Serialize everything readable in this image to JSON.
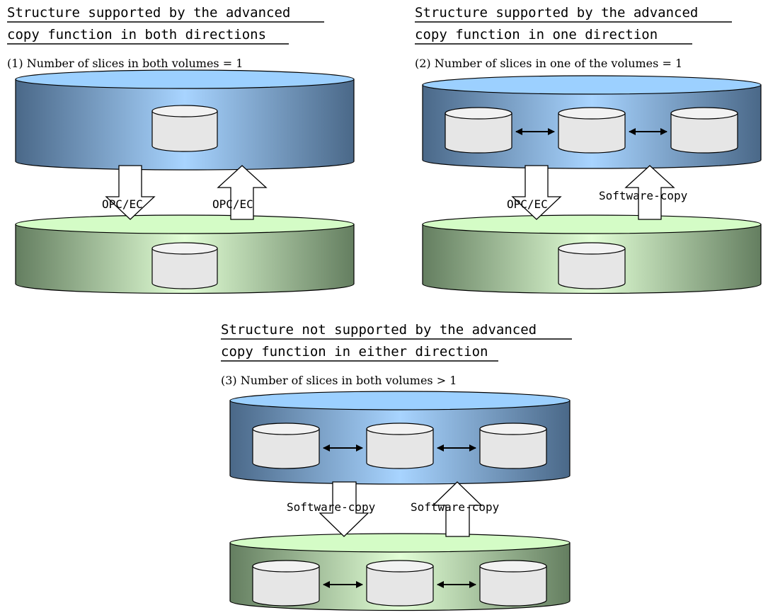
{
  "panels": [
    {
      "id": "p1",
      "title_line1": "Structure supported by the advanced",
      "title_line2": "copy function in both directions",
      "subtitle": "(1) Number of slices in both volumes = 1",
      "source_slices": 1,
      "replica_slices": 1,
      "left_label": "OPC/EC",
      "right_label": "OPC/EC"
    },
    {
      "id": "p2",
      "title_line1": "Structure supported by the advanced",
      "title_line2": "copy function in one direction",
      "subtitle": "(2) Number of slices in one of the volumes = 1",
      "source_slices": 3,
      "replica_slices": 1,
      "left_label": "OPC/EC",
      "right_label": "Software-copy"
    },
    {
      "id": "p3",
      "title_line1": "Structure not supported by the advanced",
      "title_line2": "copy function in either direction",
      "subtitle": "(3) Number of slices in both volumes > 1",
      "source_slices": 3,
      "replica_slices": 3,
      "left_label": "Software-copy",
      "right_label": "Software-copy"
    }
  ],
  "colors": {
    "source_edge": "#4a6888",
    "source_center": "#a8d4ff",
    "source_top": "#9cd0ff",
    "replica_edge": "#647e60",
    "replica_center": "#e2ffd6",
    "replica_top": "#d4fcc6",
    "slice_fill": "#e6e6e6"
  }
}
